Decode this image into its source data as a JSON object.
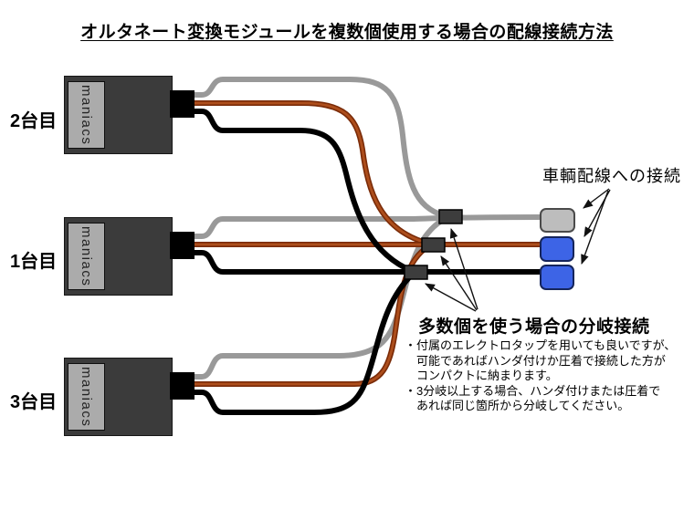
{
  "title": "オルタネート変換モジュールを複数個使用する場合の配線接続方法",
  "modules": [
    {
      "label": "2台目",
      "brand": "maniacs"
    },
    {
      "label": "1台目",
      "brand": "maniacs"
    },
    {
      "label": "3台目",
      "brand": "maniacs"
    }
  ],
  "labels": {
    "vehicle_connection": "車輌配線への接続",
    "branch_heading": "多数個を使う場合の分岐接続",
    "branch_notes": [
      "・付属のエレクトロタップを用いても良いですが、",
      "　可能であればハンダ付けか圧着で接続した方が",
      "　コンパクトに納まります。",
      "・3分岐以上する場合、ハンダ付けまたは圧着で",
      "　あれば同じ箇所から分岐してください。"
    ]
  },
  "wires": {
    "colors": [
      "gray",
      "brown",
      "black"
    ],
    "per_module": 3
  },
  "colors": {
    "wire_gray": "#999999",
    "wire_brown_dark": "#7a2b08",
    "wire_brown_light": "#ad4e1c",
    "wire_black": "#000000",
    "module_body": "#3b3b3b",
    "module_plate": "#ababab",
    "module_stub": "#000000",
    "junction_block": "#3d3d3d",
    "connector_gray": "#bdbdbd",
    "connector_blue": "#3d64e6",
    "background": "#ffffff"
  }
}
